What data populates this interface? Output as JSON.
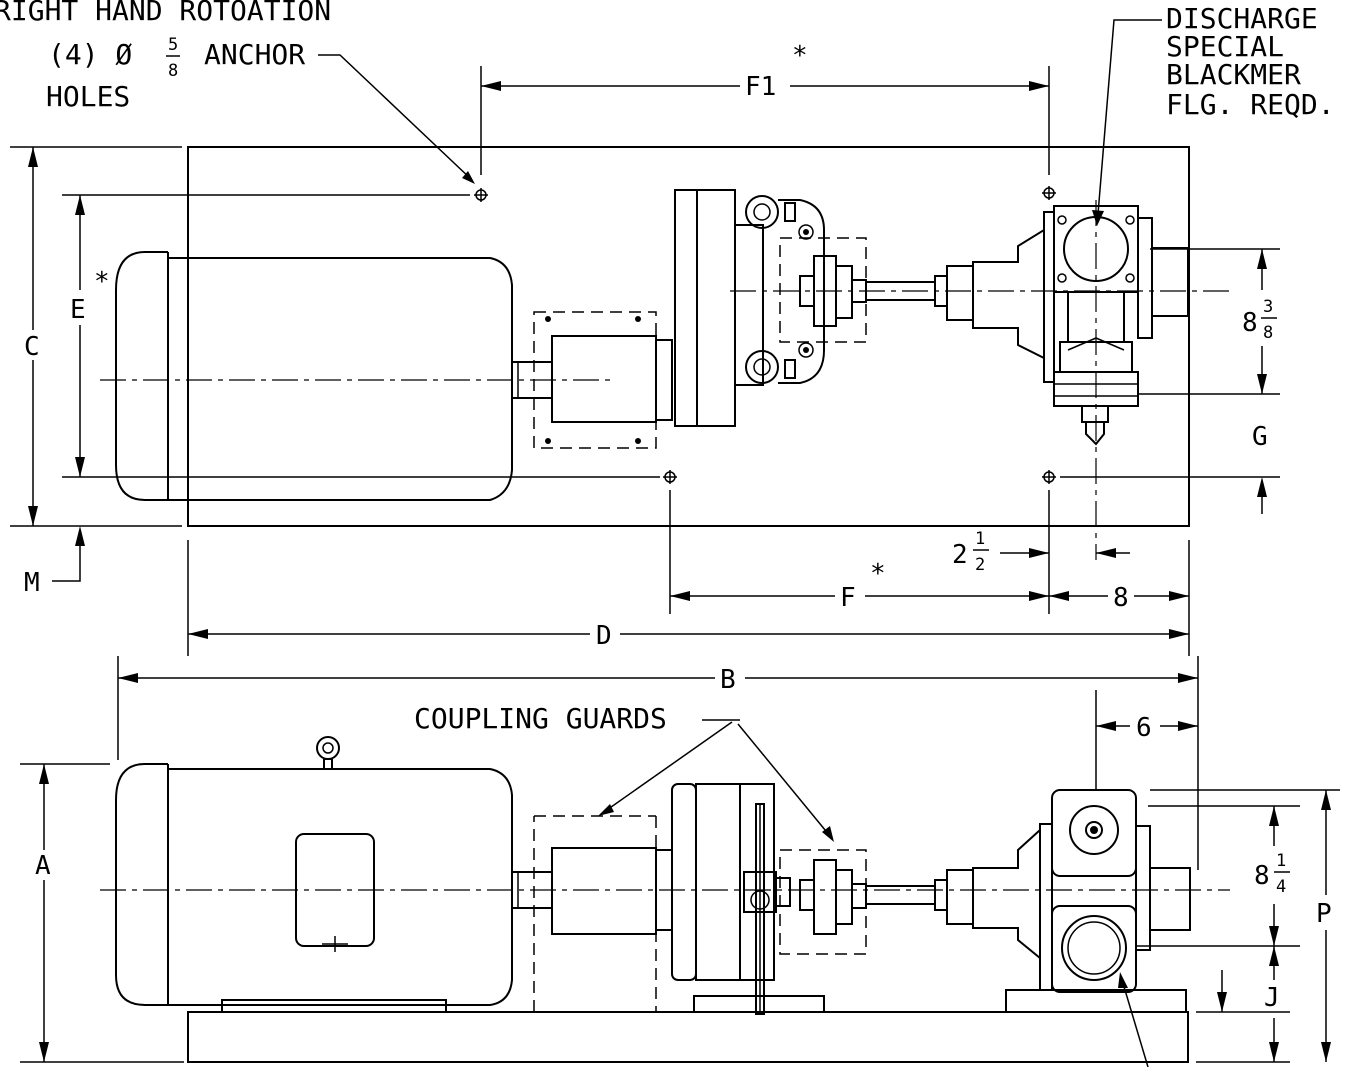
{
  "notes": {
    "rotation": "RIGHT HAND ROTOATION",
    "anchor_line1": "(4) Ø",
    "anchor_frac_num": "5",
    "anchor_frac_den": "8",
    "anchor_line1_tail": "ANCHOR",
    "anchor_line2": "HOLES",
    "discharge_1": "DISCHARGE",
    "discharge_2": "SPECIAL",
    "discharge_3": "BLACKMER",
    "discharge_4": "FLG. REQD.",
    "coupling_guards": "COUPLING GUARDS",
    "asterisk": "*"
  },
  "dimensions": {
    "F1": "F1",
    "C": "C",
    "E": "E",
    "M": "M",
    "G": "G",
    "F": "F",
    "D": "D",
    "B": "B",
    "A": "A",
    "P": "P",
    "J": "J",
    "eight_three_eighths_whole": "8",
    "eight_three_eighths_num": "3",
    "eight_three_eighths_den": "8",
    "two_half_whole": "2",
    "two_half_num": "1",
    "two_half_den": "2",
    "eight": "8",
    "six": "6",
    "eight_quarter_whole": "8",
    "eight_quarter_num": "1",
    "eight_quarter_den": "4"
  }
}
